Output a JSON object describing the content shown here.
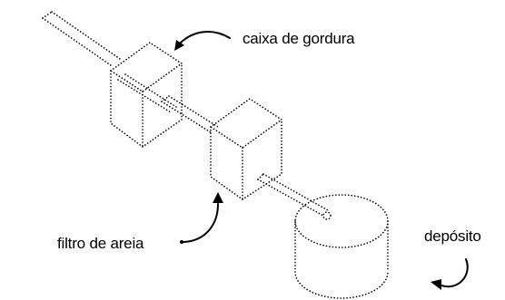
{
  "labels": {
    "grease_trap": "caixa de gordura",
    "sand_filter": "filtro de areia",
    "tank": "depósito"
  },
  "colors": {
    "ink": "#000000",
    "background": "#ffffff"
  }
}
